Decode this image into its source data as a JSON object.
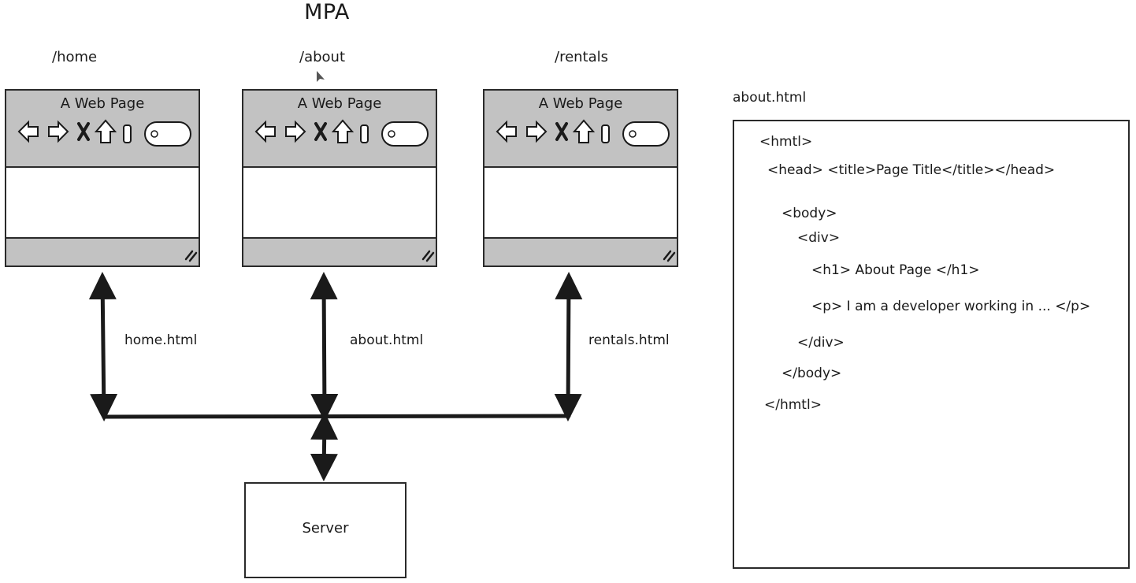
{
  "title": "MPA",
  "routes": [
    "/home",
    "/about",
    "/rentals"
  ],
  "browser_page_title": "A Web Page",
  "edge_labels": [
    "home.html",
    "about.html",
    "rentals.html"
  ],
  "server_label": "Server",
  "file_label": "about.html",
  "code_lines": [
    "<hmtl>",
    "<head> <title>Page Title</title></head>",
    "<body>",
    "<div>",
    "<h1> About Page </h1>",
    "<p> I am a developer working in ... </p>",
    "</div>",
    "</body>",
    "</hmtl>"
  ],
  "colors": {
    "chrome_gray": "#c2c2c2",
    "stroke": "#1a1a1a",
    "background": "#ffffff"
  }
}
